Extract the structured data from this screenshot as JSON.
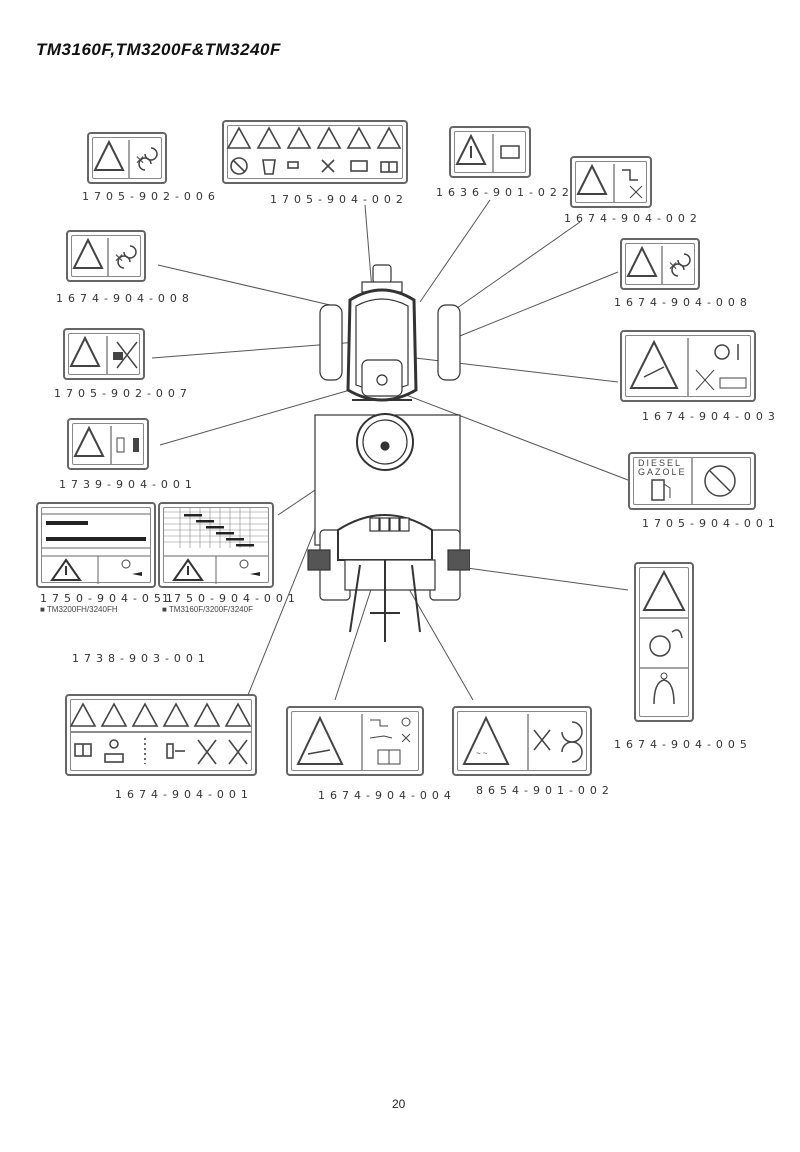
{
  "document": {
    "title": "TM3160F,TM3200F&TM3240F",
    "page_number": "20"
  },
  "labels": [
    {
      "id": "l1",
      "part_number": "1705-902-006",
      "icons": [
        "warning-triangle-icon",
        "entanglement-icon"
      ]
    },
    {
      "id": "l2",
      "part_number": "1705-904-002",
      "icons": [
        "warning-triangle-icon",
        "no-entry-icon",
        "helmet-icon",
        "key-icon",
        "hose-icon",
        "battery-icon",
        "manual-icon"
      ]
    },
    {
      "id": "l3",
      "part_number": "1636-901-022",
      "icons": [
        "warning-triangle-icon",
        "battery-icon"
      ]
    },
    {
      "id": "l4",
      "part_number": "1674-904-002",
      "icons": [
        "burn-warning-icon",
        "hot-pipe-icon"
      ]
    },
    {
      "id": "l5",
      "part_number": "1674-904-008",
      "icons": [
        "fan-warning-icon",
        "rotating-parts-icon"
      ]
    },
    {
      "id": "l6",
      "part_number": "1674-904-008",
      "icons": [
        "fan-warning-icon",
        "rotating-parts-icon"
      ]
    },
    {
      "id": "l7",
      "part_number": "1705-902-007",
      "icons": [
        "crush-warning-icon",
        "no-hand-icon"
      ]
    },
    {
      "id": "l8",
      "part_number": "1674-904-003",
      "icons": [
        "explosion-warning-icon",
        "engine-icon",
        "no-spark-icon",
        "battery-cells-icon"
      ]
    },
    {
      "id": "l9",
      "part_number": "1739-904-001",
      "icons": [
        "warning-triangle-icon",
        "switch-icon"
      ]
    },
    {
      "id": "l10",
      "part_number": "1705-904-001",
      "text_lines": [
        "DIESEL",
        "GAZOLE"
      ],
      "icons": [
        "fuel-pump-icon",
        "no-flame-icon"
      ]
    },
    {
      "id": "l11",
      "part_number": "1750-904-051",
      "note": "■ TM3200FH/3240FH",
      "icons": [
        "speed-chart-icon",
        "warning-triangle-icon",
        "tractor-speed-icon"
      ]
    },
    {
      "id": "l12",
      "part_number": "1750-904-001",
      "note": "■ TM3160F/3200F/3240F",
      "icons": [
        "gear-chart-icon",
        "warning-triangle-icon",
        "tractor-speed-icon"
      ]
    },
    {
      "id": "l13",
      "part_number": "1738-903-001"
    },
    {
      "id": "l14",
      "part_number": "1674-904-005",
      "icons": [
        "rollover-warning-icon",
        "rops-icon",
        "seatbelt-icon"
      ]
    },
    {
      "id": "l15",
      "part_number": "1674-904-001",
      "icons": [
        "warning-triangle-icon",
        "manual-icon",
        "key-icon",
        "stop-icon",
        "switch-icon",
        "no-rider-icon",
        "x-icon"
      ]
    },
    {
      "id": "l16",
      "part_number": "1674-904-004",
      "icons": [
        "pto-warning-icon",
        "pto-icon",
        "manual-icon"
      ]
    },
    {
      "id": "l17",
      "part_number": "8654-901-002",
      "icons": [
        "entanglement-warning-icon",
        "rotating-parts-icon"
      ]
    }
  ]
}
